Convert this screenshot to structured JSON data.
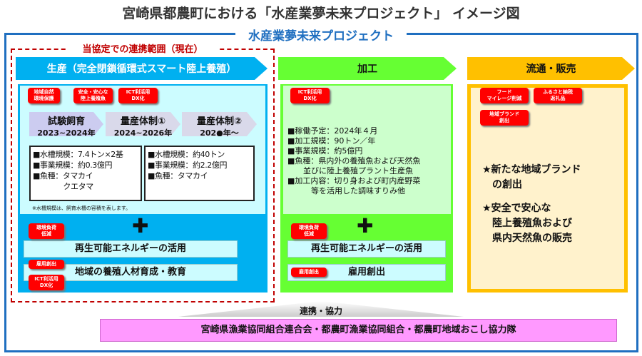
{
  "title": "宮崎県都農町における「水産業夢未来プロジェクト」 イメージ図",
  "project_title": "水産業夢未来プロジェクト",
  "scope_label": "当協定での連携範囲（現在）",
  "production": {
    "header": "生産（完全閉鎖循環式スマート陸上養殖）",
    "tags": [
      "地域自然\n環境保護",
      "安全・安心な\n陸上養殖魚",
      "ICT利活用\nDX化"
    ],
    "stages": [
      {
        "name": "試験飼育",
        "years": "2023~2024年"
      },
      {
        "name": "量産体制①",
        "years": "2024~2026年"
      },
      {
        "name": "量産体制②",
        "years": "202●年～"
      }
    ],
    "spec1": [
      "■水槽規模：7.4トン×2基",
      "■事業規模：約0.3億円",
      "■魚種：タマカイ",
      "　　　　クエタマ"
    ],
    "spec2": [
      "■水槽規模：約40トン",
      "■事業規模：約2.2億円",
      "■魚種：タマカイ"
    ],
    "note": "※水槽規模は、飼育水槽の容積を表します。",
    "plus": "✚",
    "tag_env": "環境負荷\n低減",
    "bar1": "再生可能エネルギーの活用",
    "tag_job": "雇用創出",
    "tag_ict": "ICT利活用\nDX化",
    "bar2": "地域の養殖人材育成・教育"
  },
  "processing": {
    "header": "加工",
    "tag_ict": "ICT利活用\nDX化",
    "lines": [
      "■稼働予定：2024年４月",
      "■加工規模：90トン／年",
      "■事業規模：約5億円",
      "■魚種：県内外の養殖魚および天然魚",
      "　　並びに陸上養殖プラント生産魚",
      "■加工内容：切り身および町内産野菜",
      "　　　等を活用した調味すりみ他"
    ],
    "plus": "✚",
    "tag_env": "環境負荷\n低減",
    "bar1": "再生可能エネルギーの活用",
    "tag_job": "雇用創出",
    "bar2": "雇用創出"
  },
  "distribution": {
    "header": "流通・販売",
    "tags": [
      "フード\nマイレージ削減",
      "ふるさと納税\n返礼品",
      "地域ブランド\n創出"
    ],
    "points": [
      "★新たな地域ブランド",
      "　の創出",
      "★安全で安心な",
      "　陸上養殖魚および",
      "　県内天然魚の販売"
    ]
  },
  "cooperation": {
    "label": "連携・協力",
    "partners": "宮崎県漁業協同組合連合会・都農町漁業協同組合・都農町地域おこし協力隊"
  }
}
